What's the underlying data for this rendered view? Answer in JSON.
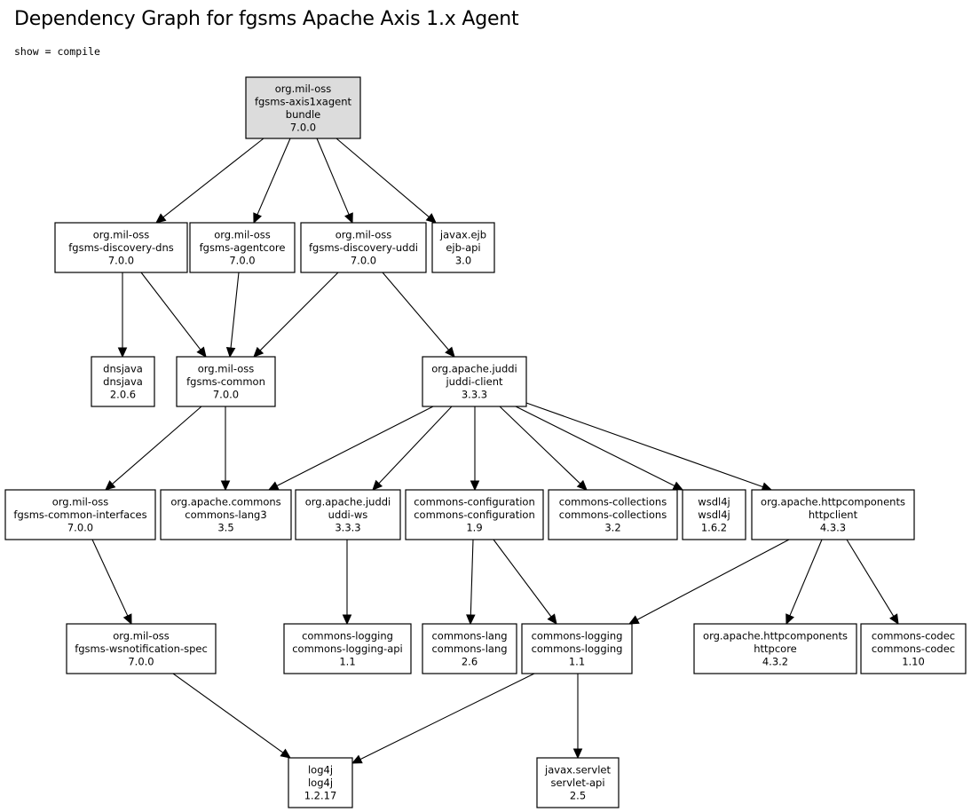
{
  "title": "Dependency Graph for fgsms Apache Axis 1.x Agent",
  "filter_text": "show = compile",
  "nodes": [
    {
      "id": "root",
      "lines": [
        "org.mil-oss",
        "fgsms-axis1xagent",
        "bundle",
        "7.0.0"
      ],
      "root": true
    },
    {
      "id": "discovery-dns",
      "lines": [
        "org.mil-oss",
        "fgsms-discovery-dns",
        "7.0.0"
      ]
    },
    {
      "id": "agentcore",
      "lines": [
        "org.mil-oss",
        "fgsms-agentcore",
        "7.0.0"
      ]
    },
    {
      "id": "discovery-uddi",
      "lines": [
        "org.mil-oss",
        "fgsms-discovery-uddi",
        "7.0.0"
      ]
    },
    {
      "id": "ejb-api",
      "lines": [
        "javax.ejb",
        "ejb-api",
        "3.0"
      ]
    },
    {
      "id": "dnsjava",
      "lines": [
        "dnsjava",
        "dnsjava",
        "2.0.6"
      ]
    },
    {
      "id": "fgsms-common",
      "lines": [
        "org.mil-oss",
        "fgsms-common",
        "7.0.0"
      ]
    },
    {
      "id": "juddi-client",
      "lines": [
        "org.apache.juddi",
        "juddi-client",
        "3.3.3"
      ]
    },
    {
      "id": "common-interfaces",
      "lines": [
        "org.mil-oss",
        "fgsms-common-interfaces",
        "7.0.0"
      ]
    },
    {
      "id": "commons-lang3",
      "lines": [
        "org.apache.commons",
        "commons-lang3",
        "3.5"
      ]
    },
    {
      "id": "uddi-ws",
      "lines": [
        "org.apache.juddi",
        "uddi-ws",
        "3.3.3"
      ]
    },
    {
      "id": "commons-configuration",
      "lines": [
        "commons-configuration",
        "commons-configuration",
        "1.9"
      ]
    },
    {
      "id": "commons-collections",
      "lines": [
        "commons-collections",
        "commons-collections",
        "3.2"
      ]
    },
    {
      "id": "wsdl4j",
      "lines": [
        "wsdl4j",
        "wsdl4j",
        "1.6.2"
      ]
    },
    {
      "id": "httpclient",
      "lines": [
        "org.apache.httpcomponents",
        "httpclient",
        "4.3.3"
      ]
    },
    {
      "id": "wsnotification-spec",
      "lines": [
        "org.mil-oss",
        "fgsms-wsnotification-spec",
        "7.0.0"
      ]
    },
    {
      "id": "commons-logging-api",
      "lines": [
        "commons-logging",
        "commons-logging-api",
        "1.1"
      ]
    },
    {
      "id": "commons-lang",
      "lines": [
        "commons-lang",
        "commons-lang",
        "2.6"
      ]
    },
    {
      "id": "commons-logging",
      "lines": [
        "commons-logging",
        "commons-logging",
        "1.1"
      ]
    },
    {
      "id": "httpcore",
      "lines": [
        "org.apache.httpcomponents",
        "httpcore",
        "4.3.2"
      ]
    },
    {
      "id": "commons-codec",
      "lines": [
        "commons-codec",
        "commons-codec",
        "1.10"
      ]
    },
    {
      "id": "log4j",
      "lines": [
        "log4j",
        "log4j",
        "1.2.17"
      ]
    },
    {
      "id": "servlet-api",
      "lines": [
        "javax.servlet",
        "servlet-api",
        "2.5"
      ]
    }
  ],
  "edges": [
    {
      "from": "root",
      "to": "discovery-dns"
    },
    {
      "from": "root",
      "to": "agentcore"
    },
    {
      "from": "root",
      "to": "discovery-uddi"
    },
    {
      "from": "root",
      "to": "ejb-api"
    },
    {
      "from": "discovery-dns",
      "to": "dnsjava"
    },
    {
      "from": "discovery-dns",
      "to": "fgsms-common"
    },
    {
      "from": "agentcore",
      "to": "fgsms-common"
    },
    {
      "from": "discovery-uddi",
      "to": "fgsms-common"
    },
    {
      "from": "discovery-uddi",
      "to": "juddi-client"
    },
    {
      "from": "fgsms-common",
      "to": "common-interfaces"
    },
    {
      "from": "fgsms-common",
      "to": "commons-lang3"
    },
    {
      "from": "juddi-client",
      "to": "commons-lang3"
    },
    {
      "from": "juddi-client",
      "to": "uddi-ws"
    },
    {
      "from": "juddi-client",
      "to": "commons-configuration"
    },
    {
      "from": "juddi-client",
      "to": "commons-collections"
    },
    {
      "from": "juddi-client",
      "to": "wsdl4j"
    },
    {
      "from": "juddi-client",
      "to": "httpclient"
    },
    {
      "from": "common-interfaces",
      "to": "wsnotification-spec"
    },
    {
      "from": "uddi-ws",
      "to": "commons-logging-api"
    },
    {
      "from": "commons-configuration",
      "to": "commons-lang"
    },
    {
      "from": "commons-configuration",
      "to": "commons-logging"
    },
    {
      "from": "httpclient",
      "to": "commons-logging"
    },
    {
      "from": "httpclient",
      "to": "httpcore"
    },
    {
      "from": "httpclient",
      "to": "commons-codec"
    },
    {
      "from": "wsnotification-spec",
      "to": "log4j"
    },
    {
      "from": "commons-logging",
      "to": "log4j"
    },
    {
      "from": "commons-logging",
      "to": "servlet-api"
    }
  ],
  "colors": {
    "root_fill": "#dcdcdc",
    "node_fill": "#ffffff",
    "stroke": "#000000"
  }
}
